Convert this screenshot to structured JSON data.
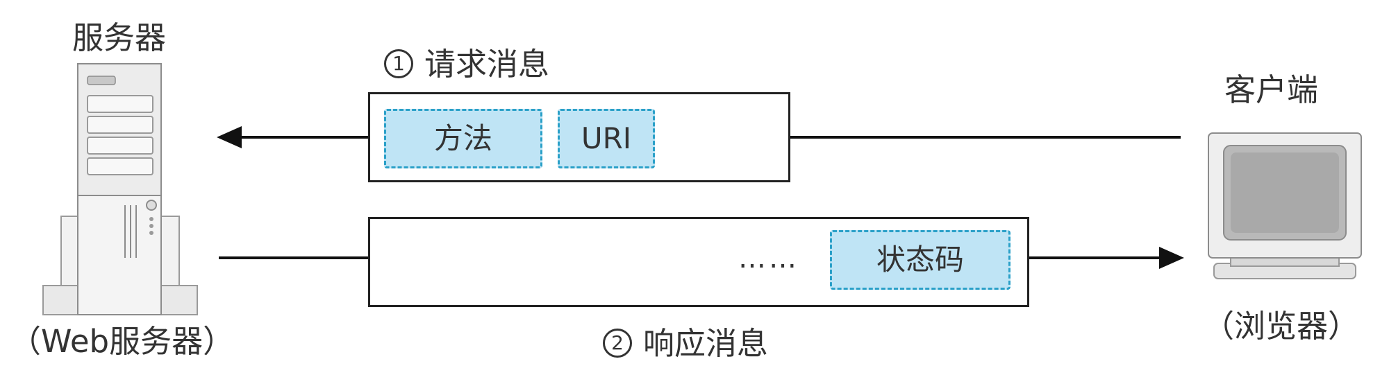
{
  "server": {
    "title": "服务器",
    "subtitle": "（Web服务器）"
  },
  "client": {
    "title": "客户端",
    "subtitle": "（浏览器）"
  },
  "request": {
    "number": "1",
    "title": "请求消息",
    "fields": {
      "method": "方法",
      "uri": "URI"
    }
  },
  "response": {
    "number": "2",
    "title": "响应消息",
    "ellipsis": "……",
    "fields": {
      "status": "状态码"
    }
  },
  "colors": {
    "field_fill": "#bfe4f5",
    "field_border": "#2aa0c8",
    "line": "#111111"
  },
  "icons": {
    "server": "server-tower-icon",
    "client": "desktop-monitor-icon"
  }
}
